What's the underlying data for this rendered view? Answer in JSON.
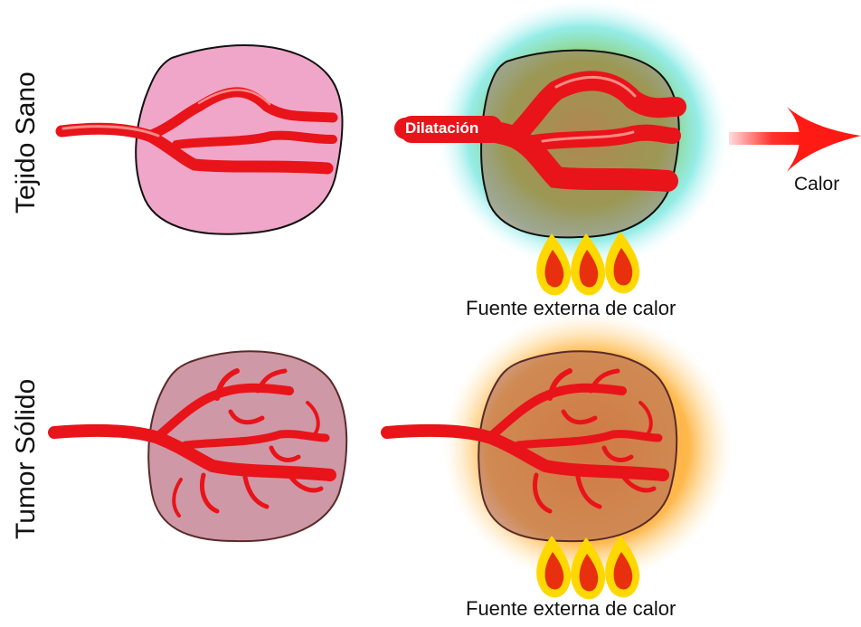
{
  "labels": {
    "row_healthy": "Tejido Sano",
    "row_tumor": "Tumor Sólido",
    "dilation": "Dilatación",
    "heat_out": "Calor",
    "heat_source_top": "Fuente externa de calor",
    "heat_source_bottom": "Fuente externa de calor"
  },
  "colors": {
    "vessel": "#e8141a",
    "vessel_highlight": "#ff8a86",
    "healthy_tissue": "#f0a6c8",
    "tumor_tissue": "#cf98a6",
    "glow_healthy": "#4fe0d6",
    "glow_tumor": "#ff9a00",
    "flame_outer": "#ffd800",
    "flame_inner": "#e8300e",
    "arrow": "#ff1a14"
  }
}
